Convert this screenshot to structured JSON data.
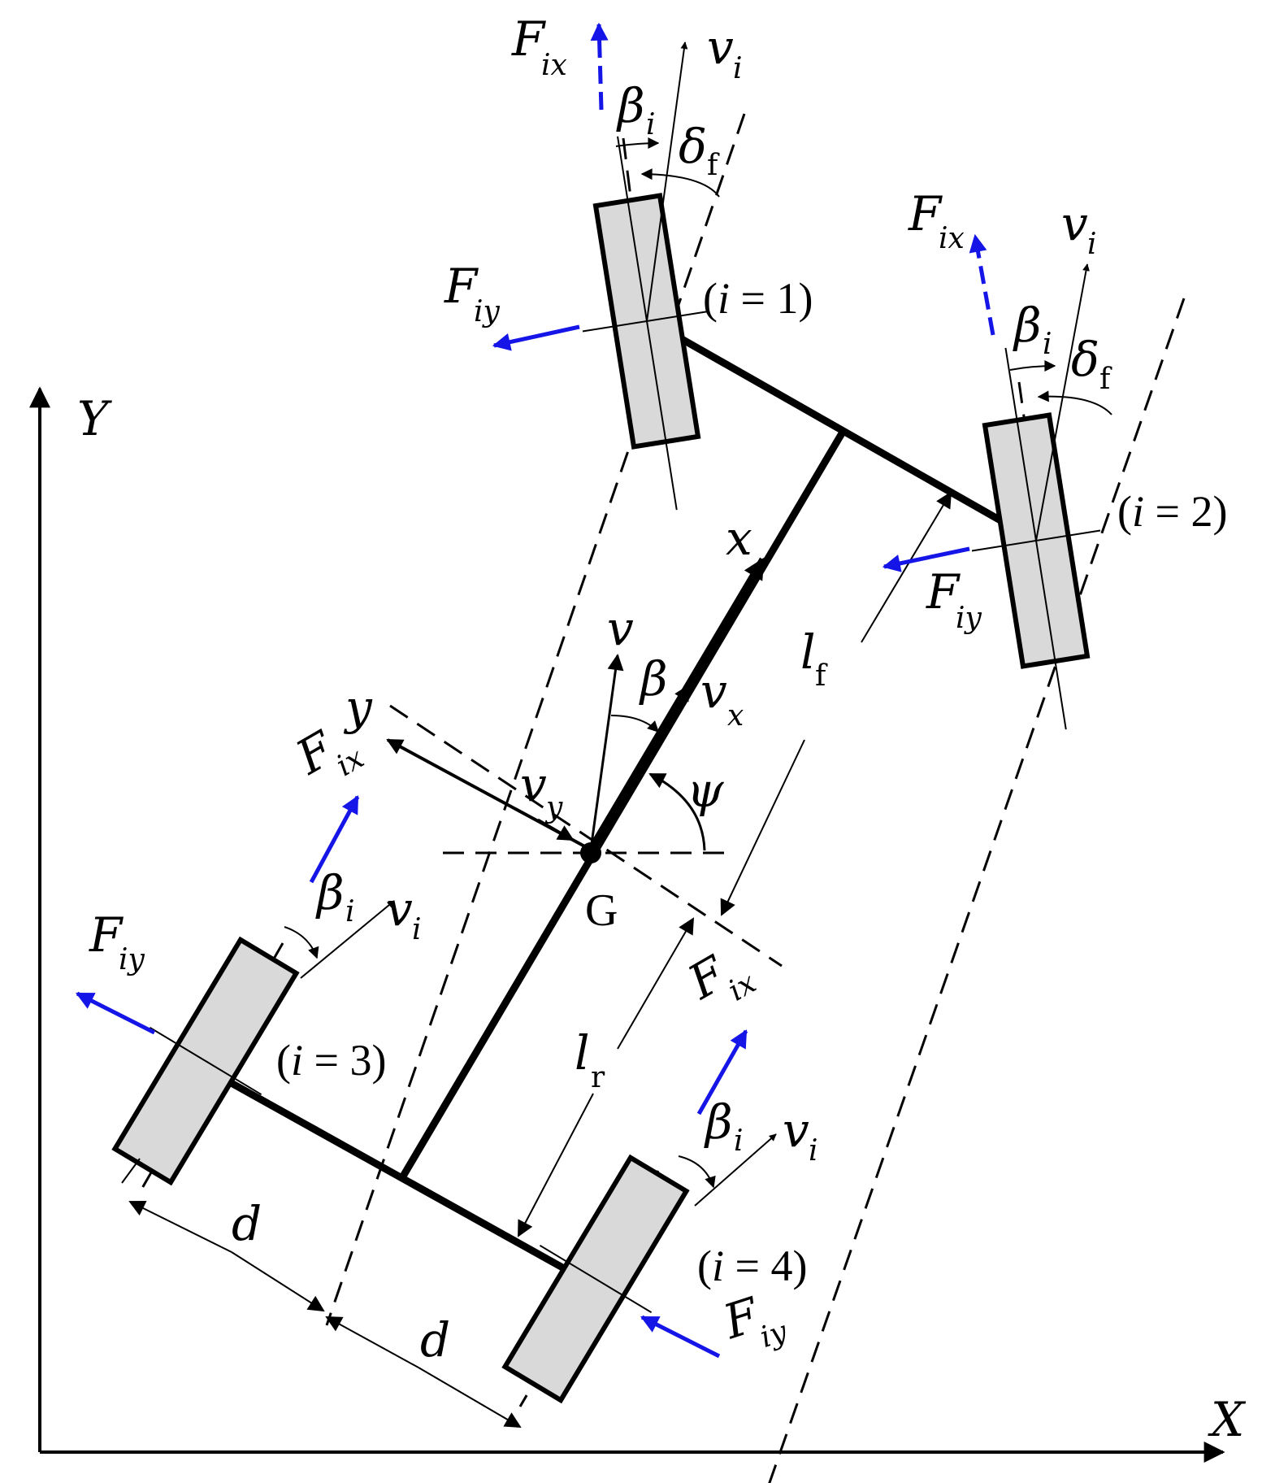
{
  "axes": {
    "X": "X",
    "Y": "Y"
  },
  "body_axes": {
    "x": "x",
    "y": "y"
  },
  "cog": "G",
  "velocity": {
    "v": "v",
    "vx_main": "v",
    "vx_sub": "x",
    "vy_main": "v",
    "vy_sub": "y"
  },
  "angles": {
    "beta": "β",
    "psi": "ψ",
    "delta_main": "δ",
    "delta_sub": "f",
    "beta_i_main": "β",
    "beta_i_sub": "i"
  },
  "lengths": {
    "lf_main": "l",
    "lf_sub": "f",
    "lr_main": "l",
    "lr_sub": "r",
    "d": "d"
  },
  "forces": {
    "main": "F",
    "ix": "ix",
    "iy": "iy"
  },
  "wheel_velocity": {
    "main": "v",
    "sub": "i"
  },
  "wheels": [
    {
      "open": "(",
      "var": "i",
      "rest": " = 1)"
    },
    {
      "open": "(",
      "var": "i",
      "rest": " = 2)"
    },
    {
      "open": "(",
      "var": "i",
      "rest": " = 3)"
    },
    {
      "open": "(",
      "var": "i",
      "rest": " = 4)"
    }
  ],
  "colors": {
    "force": "#1515e8",
    "ink": "#000000",
    "wheel_fill": "#d9d9d9"
  }
}
